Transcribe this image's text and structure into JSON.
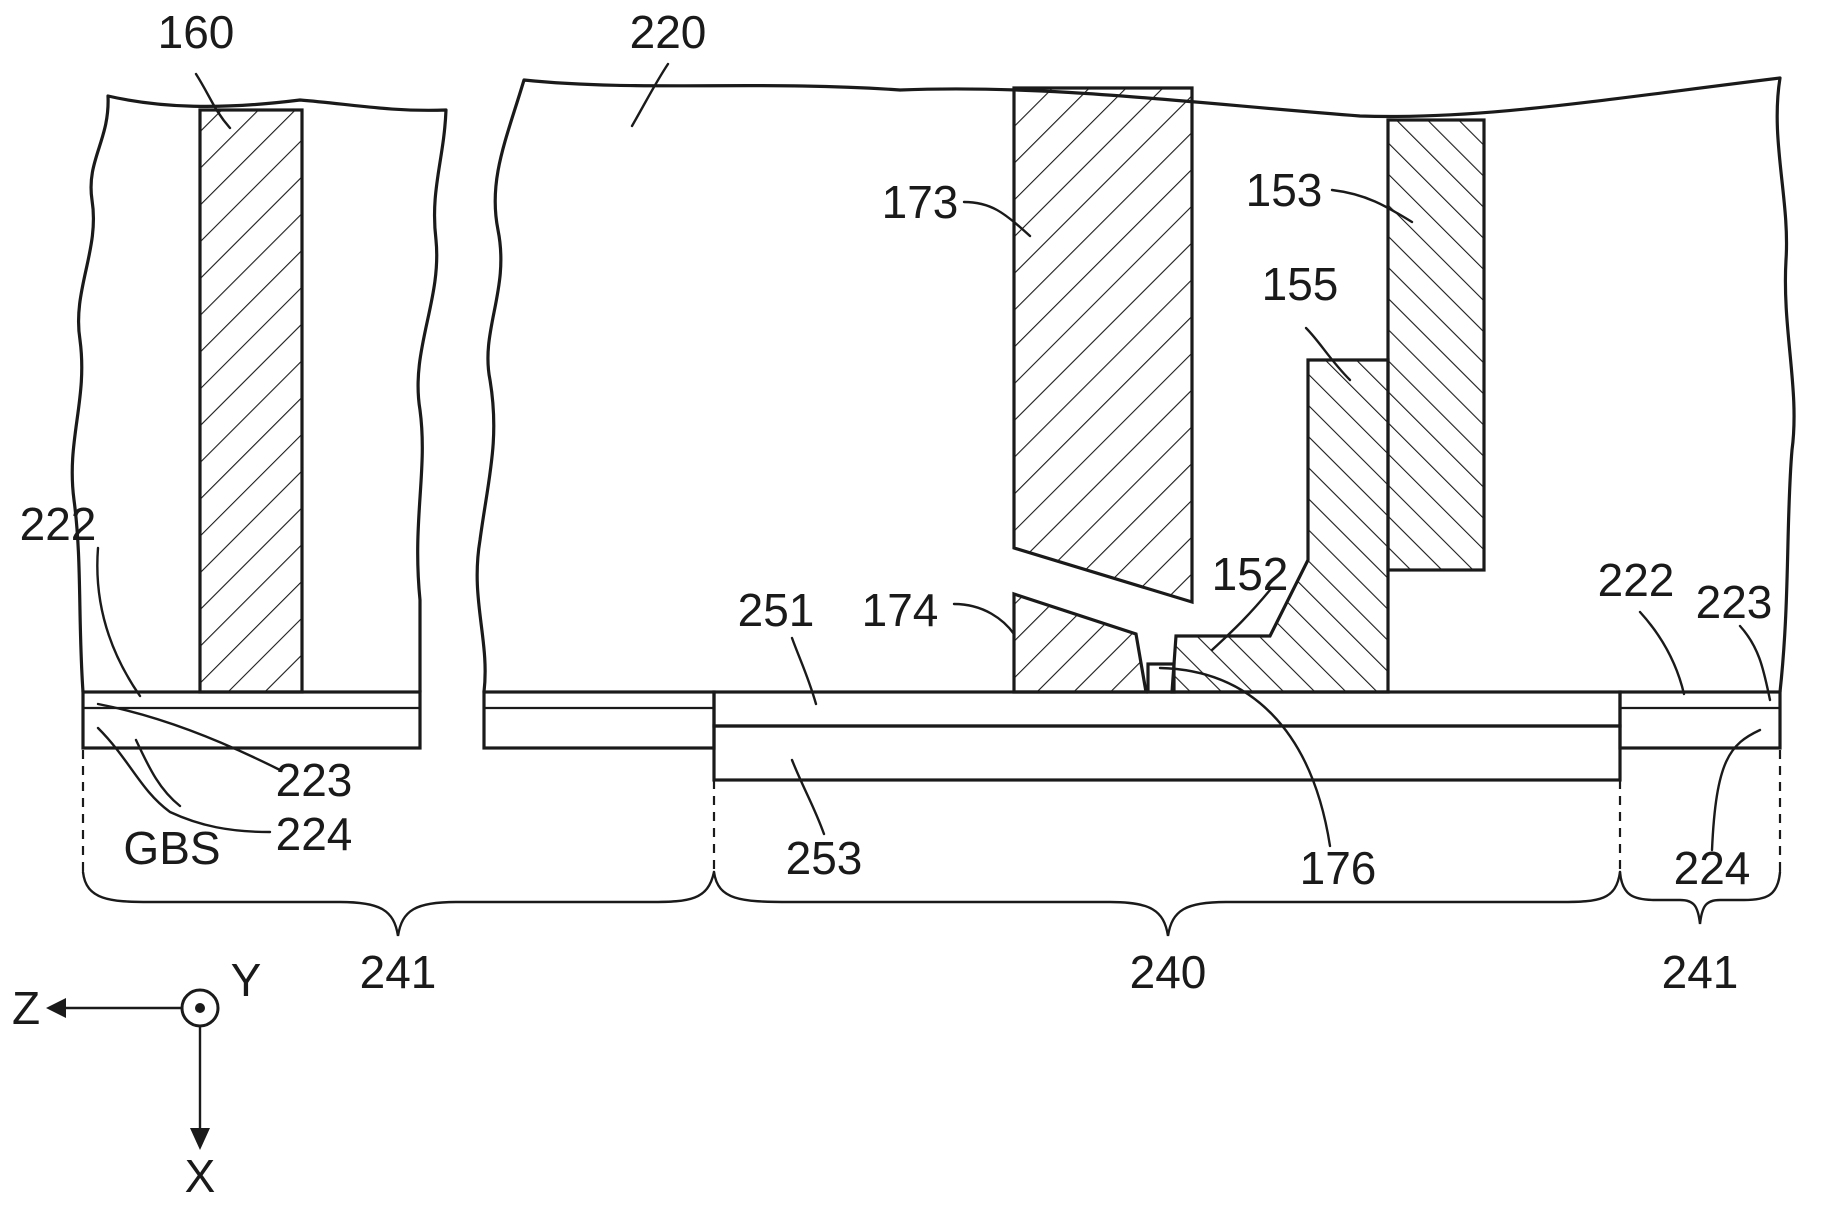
{
  "labels": {
    "l160": "160",
    "l220": "220",
    "l173": "173",
    "l153": "153",
    "l155": "155",
    "l222_left": "222",
    "l152": "152",
    "l222_right": "222",
    "l223_right": "223",
    "l251": "251",
    "l174": "174",
    "l223_left": "223",
    "l224_left": "224",
    "l_gbs": "GBS",
    "l253": "253",
    "l176": "176",
    "l224_right": "224",
    "l241_left": "241",
    "l240": "240",
    "l241_right": "241"
  },
  "axes": {
    "z": "Z",
    "y": "Y",
    "x": "X"
  },
  "colors": {
    "line": "#1a1a1a",
    "background": "#ffffff"
  }
}
